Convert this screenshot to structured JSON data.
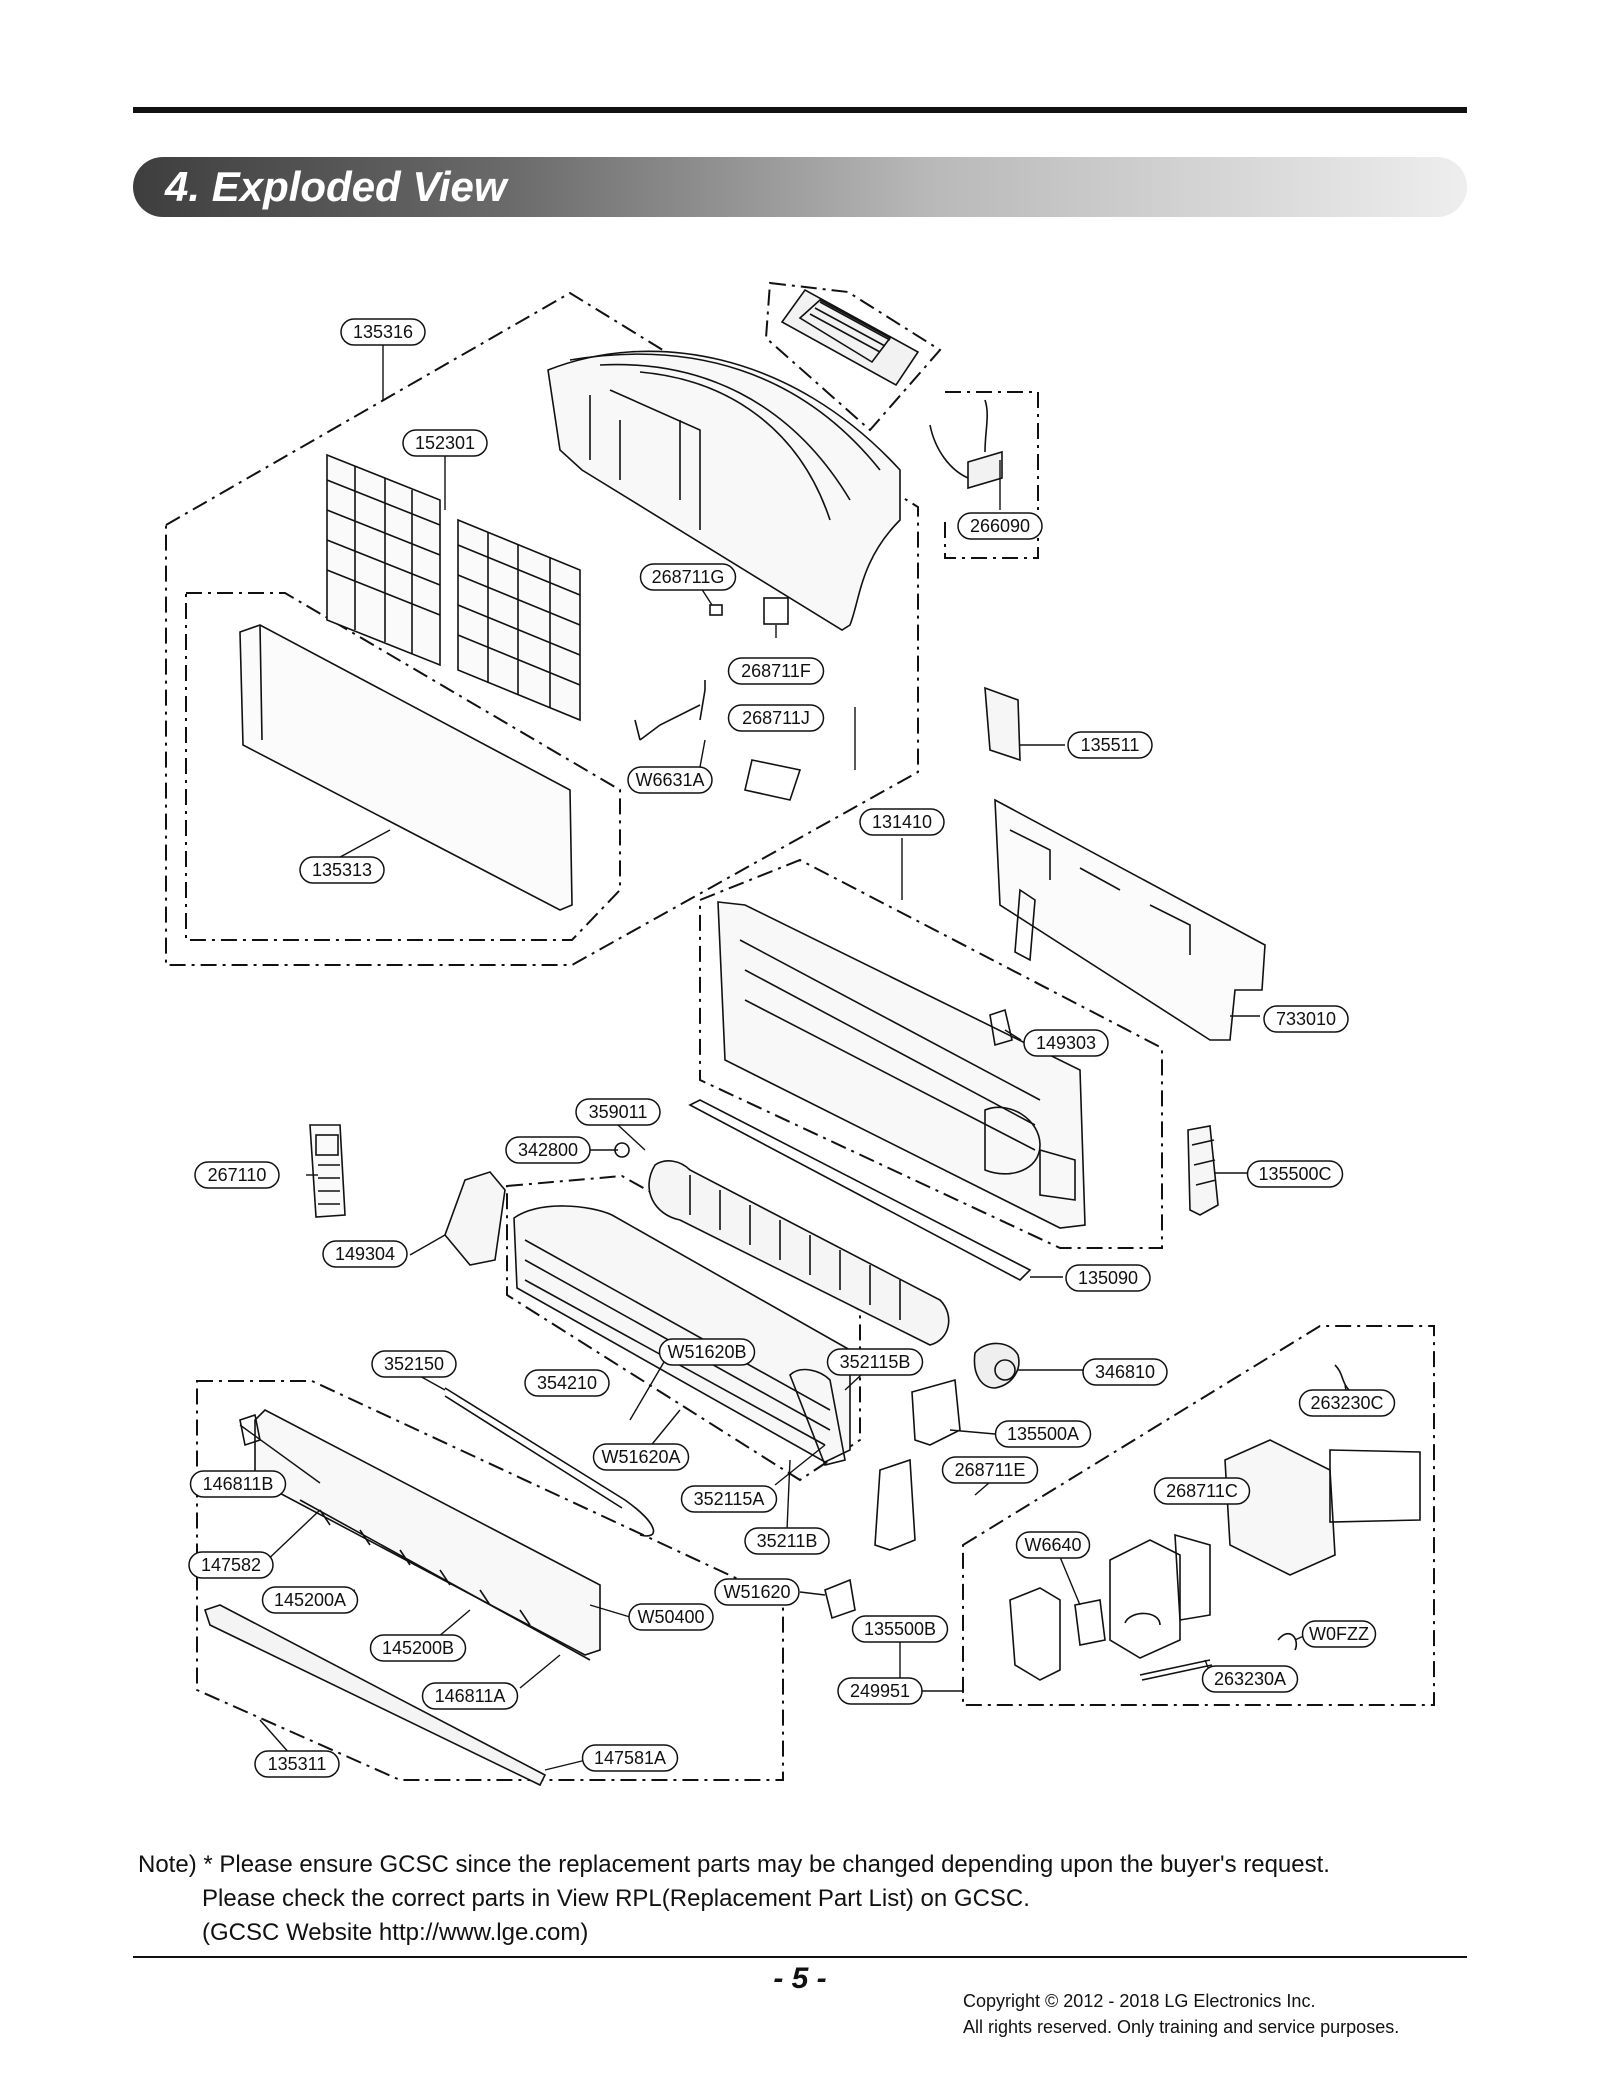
{
  "section": {
    "title": "4. Exploded View"
  },
  "diagram": {
    "parts": [
      "135316",
      "152301",
      "266090",
      "268711G",
      "268711F",
      "268711J",
      "W6631A",
      "135313",
      "135511",
      "131410",
      "733010",
      "149303",
      "359011",
      "342800",
      "267110",
      "135500C",
      "149304",
      "135090",
      "352150",
      "W51620B",
      "352115B",
      "346810",
      "354210",
      "263230C",
      "W51620A",
      "135500A",
      "146811B",
      "268711E",
      "268711C",
      "352115A",
      "35211B",
      "W6640",
      "147582",
      "W51620",
      "145200A",
      "W50400",
      "135500B",
      "W0FZZ",
      "145200B",
      "263230A",
      "146811A",
      "249951",
      "135311",
      "147581A"
    ]
  },
  "note": {
    "line1": "Note) * Please ensure GCSC since the replacement parts may be changed depending upon the buyer's request.",
    "line2": "Please check  the correct parts in View RPL(Replacement Part List) on GCSC.",
    "line3": "(GCSC Website  http://www.lge.com)"
  },
  "footer": {
    "page_number": "- 5 -",
    "copyright_line1": "Copyright © 2012 - 2018 LG Electronics Inc.",
    "copyright_line2": "All rights reserved. Only training and service purposes."
  }
}
